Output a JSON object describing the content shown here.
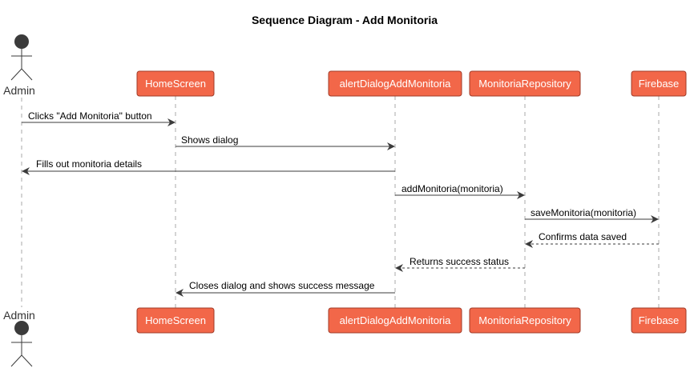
{
  "title": "Sequence Diagram - Add Monitoria",
  "colors": {
    "participant_fill": "#F26749",
    "participant_stroke": "#A03B28",
    "actor_fill": "#3B3B3B",
    "lifeline": "#AAAAAA",
    "arrow": "#3B3B3B"
  },
  "actor": {
    "name": "Admin",
    "icon": "stick-figure-icon"
  },
  "participants": [
    {
      "id": "home",
      "name": "HomeScreen"
    },
    {
      "id": "dialog",
      "name": "alertDialogAddMonitoria"
    },
    {
      "id": "repo",
      "name": "MonitoriaRepository"
    },
    {
      "id": "firebase",
      "name": "Firebase"
    }
  ],
  "messages": [
    {
      "from": "admin",
      "to": "home",
      "label": "Clicks \"Add Monitoria\" button",
      "style": "solid"
    },
    {
      "from": "home",
      "to": "dialog",
      "label": "Shows dialog",
      "style": "solid"
    },
    {
      "from": "dialog",
      "to": "admin",
      "label": "Fills out monitoria details",
      "style": "solid"
    },
    {
      "from": "dialog",
      "to": "repo",
      "label": "addMonitoria(monitoria)",
      "style": "solid"
    },
    {
      "from": "repo",
      "to": "firebase",
      "label": "saveMonitoria(monitoria)",
      "style": "solid"
    },
    {
      "from": "firebase",
      "to": "repo",
      "label": "Confirms data saved",
      "style": "dashed"
    },
    {
      "from": "repo",
      "to": "dialog",
      "label": "Returns success status",
      "style": "dashed"
    },
    {
      "from": "dialog",
      "to": "home",
      "label": "Closes dialog and shows success message",
      "style": "solid"
    }
  ]
}
